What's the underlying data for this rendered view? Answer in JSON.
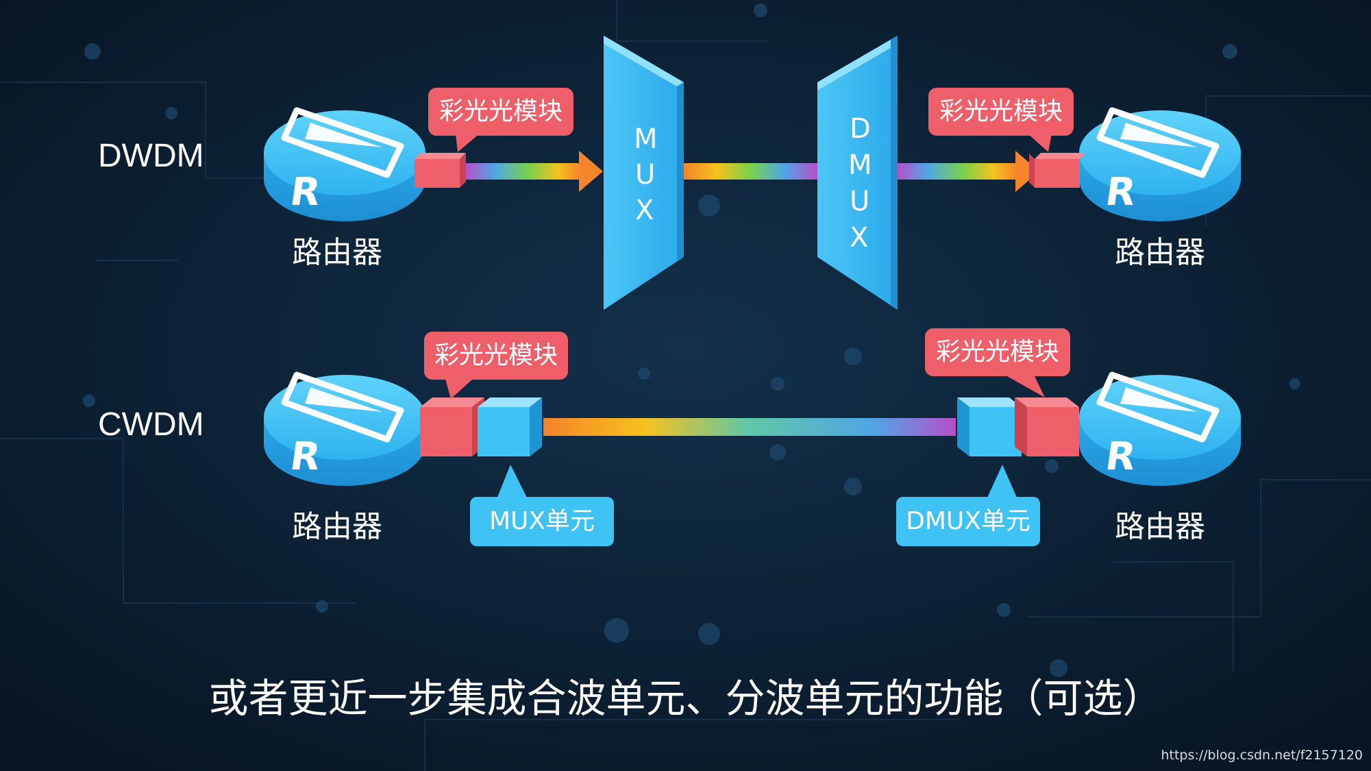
{
  "rows": {
    "dwdm": {
      "label": "DWDM"
    },
    "cwdm": {
      "label": "CWDM"
    }
  },
  "router_label": "路由器",
  "router_badge": "R",
  "module_label": "彩光光模块",
  "mux": {
    "letters": [
      "M",
      "U",
      "X"
    ]
  },
  "dmux": {
    "letters": [
      "D",
      "M",
      "U",
      "X"
    ]
  },
  "mux_unit_label": "MUX单元",
  "dmux_unit_label": "DMUX单元",
  "caption": "或者更近一步集成合波单元、分波单元的功能（可选）",
  "watermark": "https://blog.csdn.net/f2157120",
  "colors": {
    "background": "#0b1a2b",
    "router_blue": "#3bbdf2",
    "module_red": "#ef5f6a",
    "unit_blue": "#3fc3f4",
    "text": "#ffffff"
  }
}
